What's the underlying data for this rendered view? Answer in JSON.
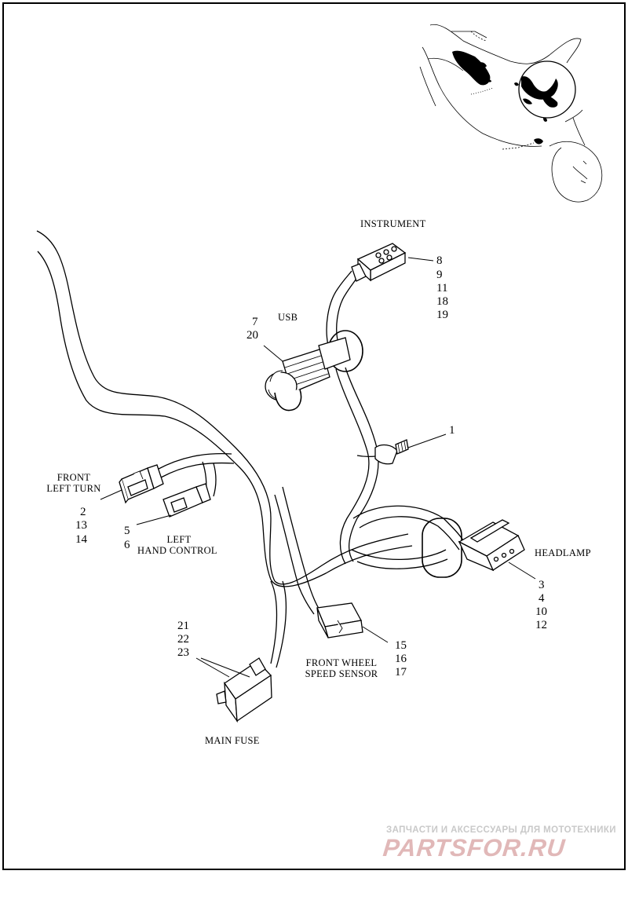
{
  "labels": {
    "instrument": "INSTRUMENT",
    "usb": "USB",
    "front_left_turn_1": "FRONT",
    "front_left_turn_2": "LEFT TURN",
    "left_hand_control_1": "LEFT",
    "left_hand_control_2": "HAND CONTROL",
    "headlamp": "HEADLAMP",
    "front_wheel_speed_sensor_1": "FRONT WHEEL",
    "front_wheel_speed_sensor_2": "SPEED SENSOR",
    "main_fuse": "MAIN FUSE"
  },
  "callouts": {
    "instrument": [
      "8",
      "9",
      "11",
      "18",
      "19"
    ],
    "usb": [
      "7",
      "20"
    ],
    "clip": [
      "1"
    ],
    "front_left_turn": [
      "2",
      "13",
      "14"
    ],
    "left_hand_control": [
      "5",
      "6"
    ],
    "headlamp": [
      "3",
      "4",
      "10",
      "12"
    ],
    "front_wheel_speed_sensor": [
      "15",
      "16",
      "17"
    ],
    "main_fuse": [
      "21",
      "22",
      "23"
    ]
  },
  "watermark": {
    "line1": "ЗАПЧАСТИ И АКСЕССУАРЫ ДЛЯ МОТОТЕХНИКИ",
    "line2": "PARTSFOR.RU"
  }
}
